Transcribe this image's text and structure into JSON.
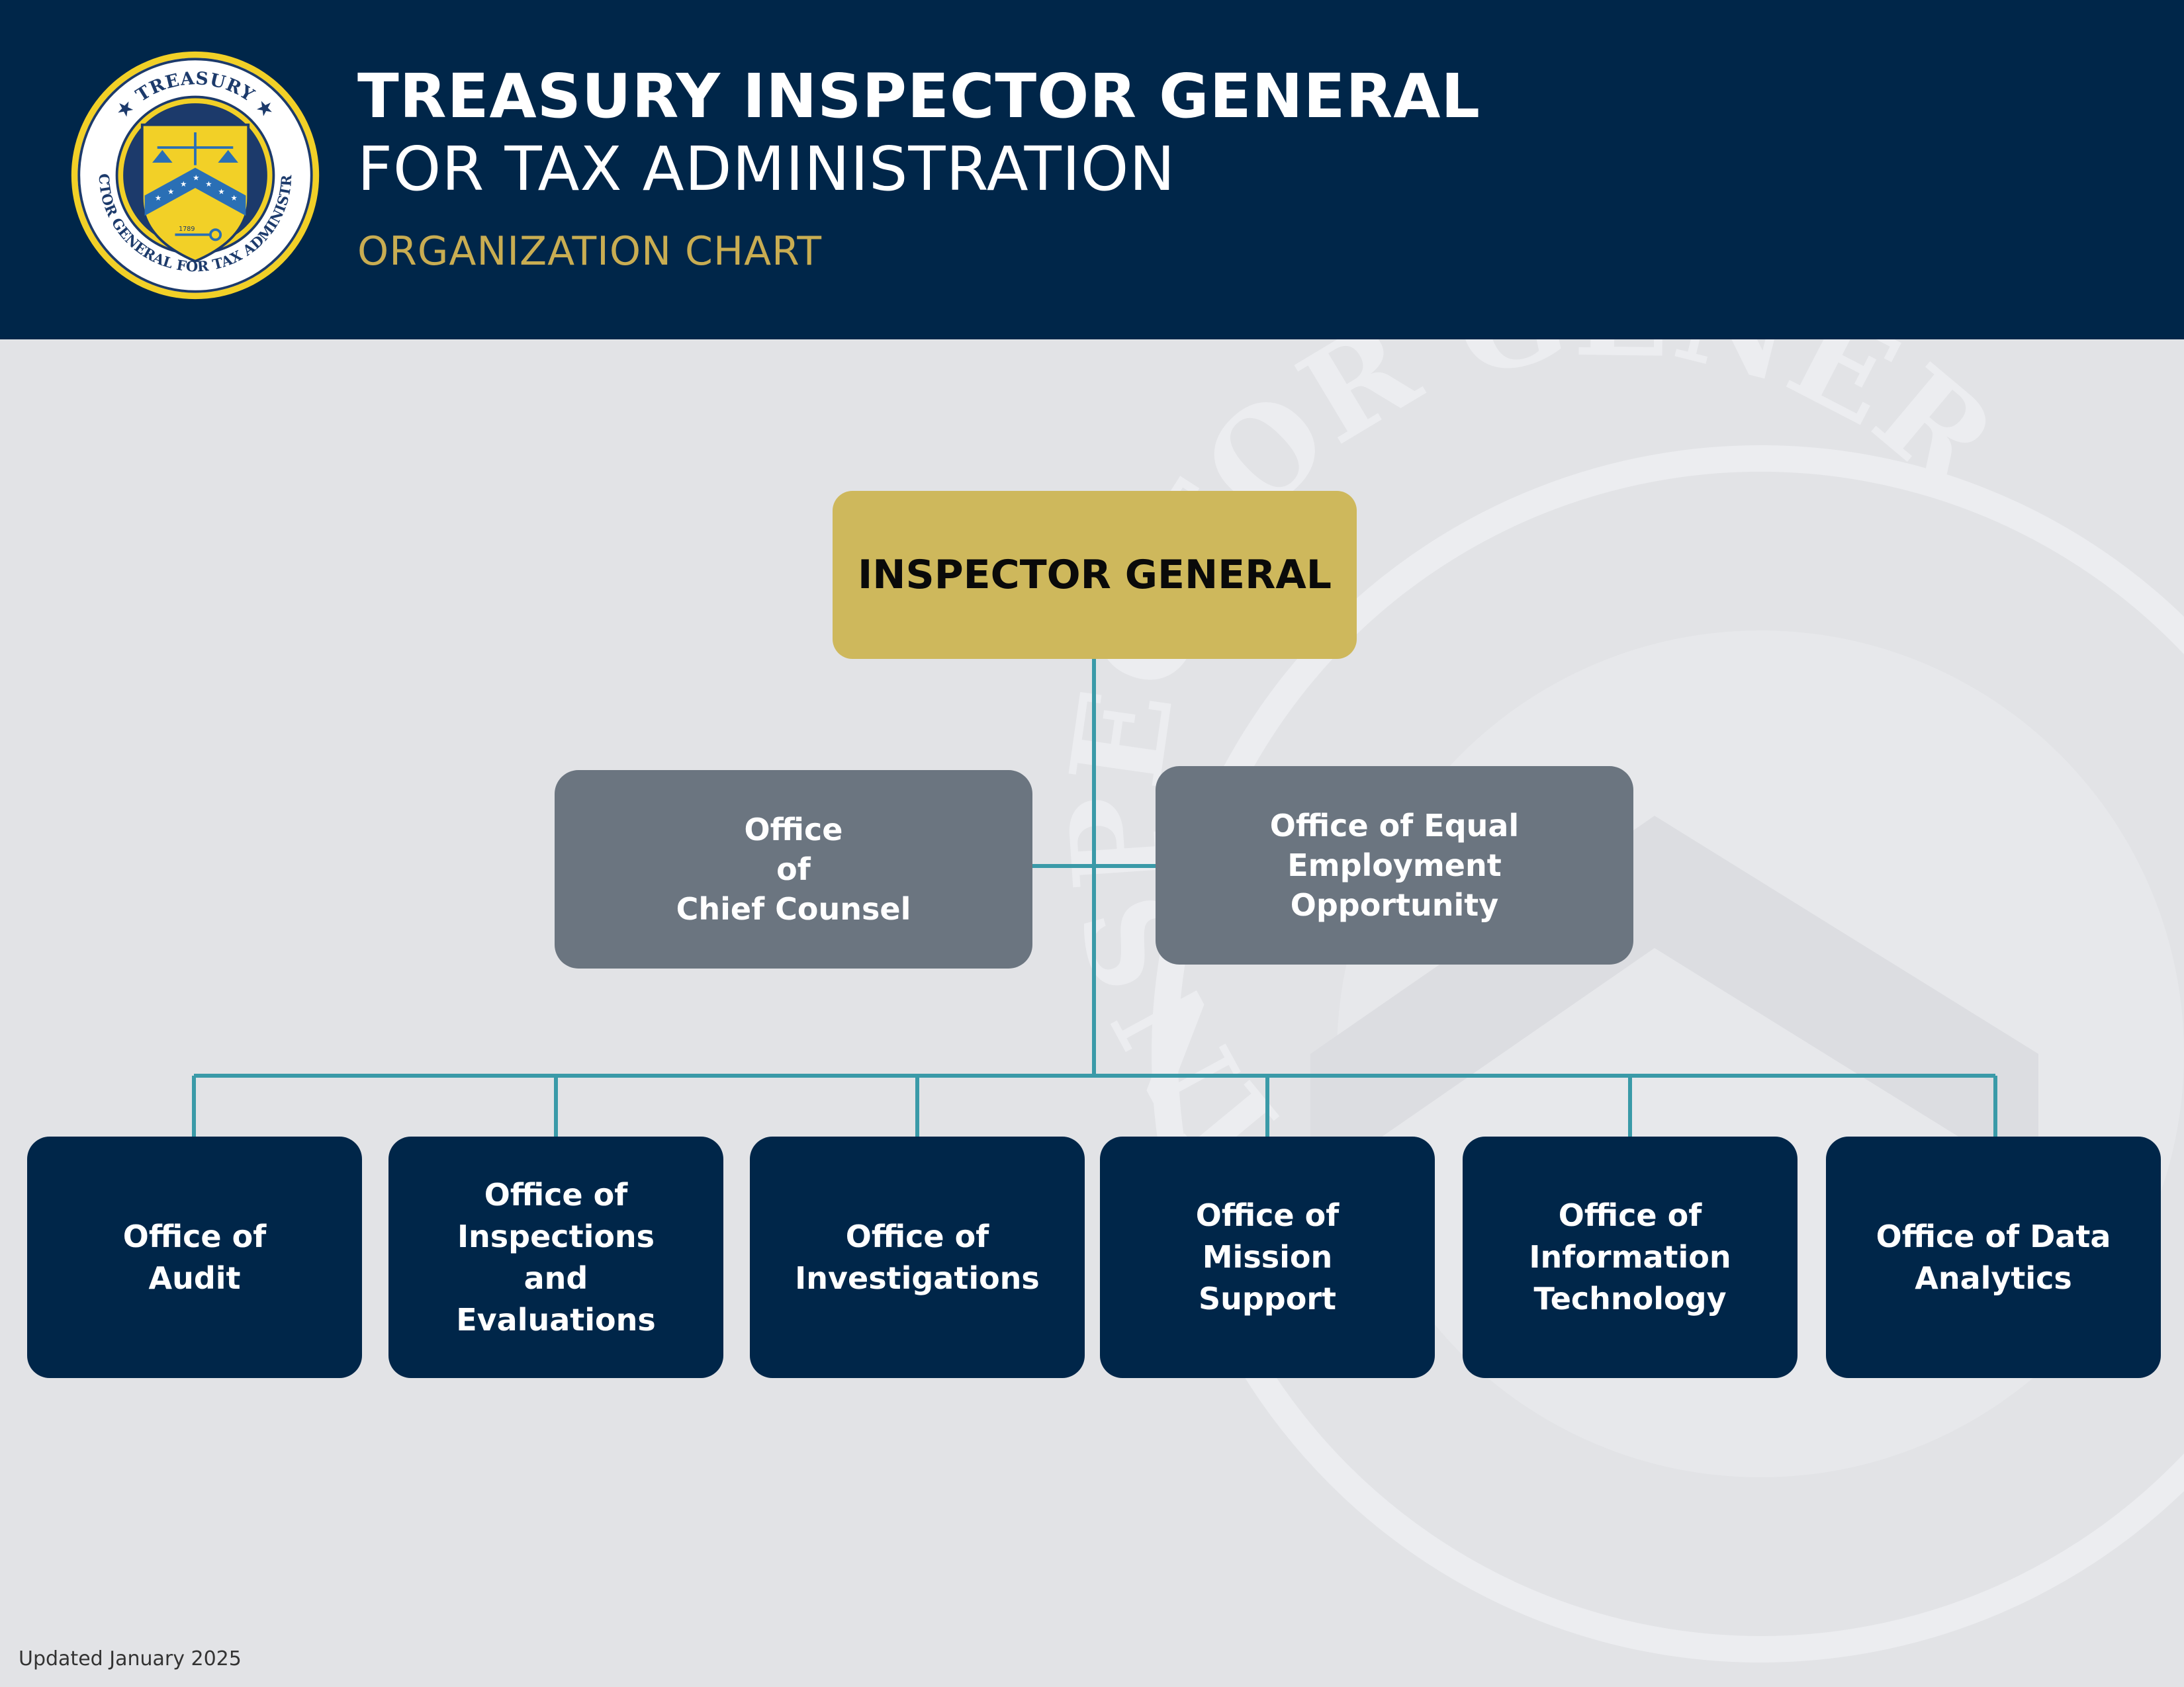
{
  "header": {
    "title_line1": "TREASURY INSPECTOR GENERAL",
    "title_line2": "FOR TAX ADMINISTRATION",
    "subtitle": "ORGANIZATION CHART",
    "seal_text": "TREASURY INSPECTOR GENERAL FOR TAX ADMINISTRATION",
    "seal_year": "1789"
  },
  "chart": {
    "top": {
      "label": "INSPECTOR GENERAL"
    },
    "staff": [
      {
        "label": "Office\nof\nChief Counsel"
      },
      {
        "label": "Office of Equal\nEmployment\nOpportunity"
      }
    ],
    "offices": [
      {
        "label": "Office of\nAudit"
      },
      {
        "label": "Office of\nInspections\nand\nEvaluations"
      },
      {
        "label": "Office of\nInvestigations"
      },
      {
        "label": "Office of\nMission\nSupport"
      },
      {
        "label": "Office of\nInformation\nTechnology"
      },
      {
        "label": "Office of Data\nAnalytics"
      }
    ]
  },
  "footer": {
    "updated": "Updated January 2025"
  },
  "colors": {
    "navy": "#002649",
    "gold": "#ceb85c",
    "gold_text": "#c9ad52",
    "slate": "#6b7580",
    "teal_line": "#3a9aa8",
    "background": "#e2e3e6"
  }
}
